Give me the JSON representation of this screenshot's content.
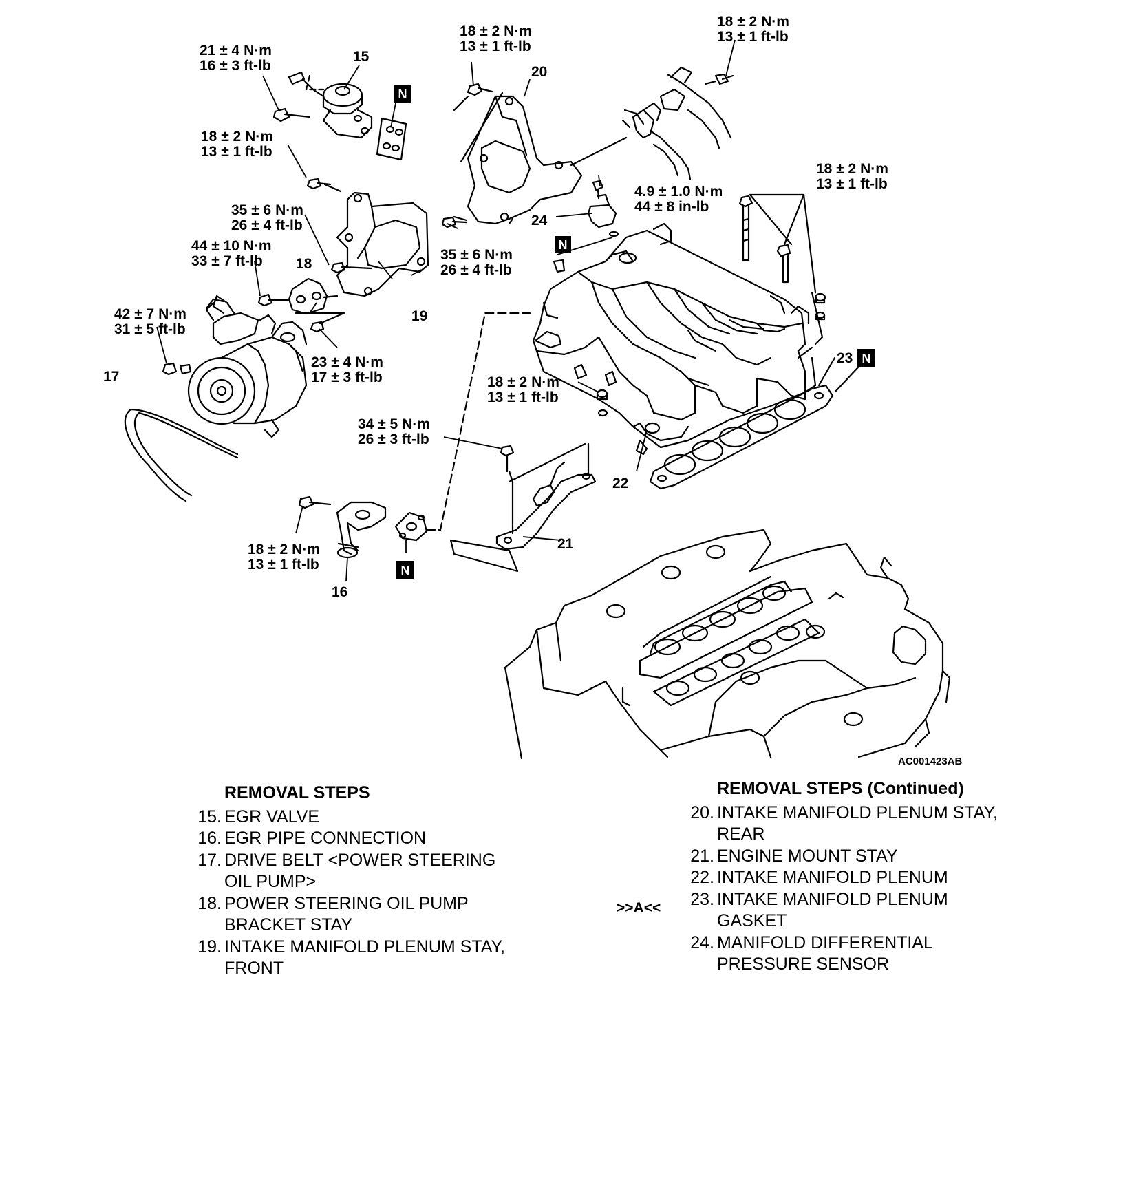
{
  "torques": {
    "t_egr_bolt": [
      "21 ± 4 N·m",
      "16 ± 3 ft-lb"
    ],
    "t_stay_rear_top": [
      "18 ± 2 N·m",
      "13 ± 1 ft-lb"
    ],
    "t_top_right": [
      "18 ± 2 N·m",
      "13 ± 1 ft-lb"
    ],
    "t_bracket_bolt": [
      "18 ± 2 N·m",
      "13 ± 1 ft-lb"
    ],
    "t_stay_front": [
      "35 ± 6 N·m",
      "26 ± 4 ft-lb"
    ],
    "t_ps_bolt": [
      "44 ± 10 N·m",
      "33 ± 7 ft-lb"
    ],
    "t_pump_nut": [
      "42 ± 7 N·m",
      "31 ± 5 ft-lb"
    ],
    "t_bracket_small": [
      "23 ± 4 N·m",
      "17 ± 3 ft-lb"
    ],
    "t_stay_rear_bottom": [
      "35 ± 6 N·m",
      "26 ± 4 ft-lb"
    ],
    "t_sensor": [
      "4.9 ± 1.0 N·m",
      "44 ± 8 in-lb"
    ],
    "t_plenum_bolts": [
      "18 ± 2 N·m",
      "13 ± 1 ft-lb"
    ],
    "t_plenum_nut": [
      "18 ± 2 N·m",
      "13 ± 1 ft-lb"
    ],
    "t_mount_stay": [
      "34 ± 5 N·m",
      "26 ± 3 ft-lb"
    ],
    "t_egr_pipe": [
      "18 ± 2 N·m",
      "13 ± 1 ft-lb"
    ]
  },
  "callouts": {
    "c15": "15",
    "c16": "16",
    "c17": "17",
    "c18": "18",
    "c19": "19",
    "c20": "20",
    "c21": "21",
    "c22": "22",
    "c23": "23",
    "c24": "24"
  },
  "n_marker": "N",
  "figure_ref": "AC001423AB",
  "removal_steps_left": {
    "heading": "REMOVAL STEPS",
    "items": [
      {
        "num": "15.",
        "lines": [
          "EGR VALVE"
        ]
      },
      {
        "num": "16.",
        "lines": [
          "EGR PIPE CONNECTION"
        ]
      },
      {
        "num": "17.",
        "lines": [
          "DRIVE BELT <POWER STEERING",
          "OIL PUMP>"
        ]
      },
      {
        "num": "18.",
        "lines": [
          "POWER STEERING OIL PUMP",
          "BRACKET STAY"
        ]
      },
      {
        "num": "19.",
        "lines": [
          "INTAKE MANIFOLD PLENUM STAY,",
          "FRONT"
        ]
      }
    ]
  },
  "removal_steps_right": {
    "heading": "REMOVAL STEPS (Continued)",
    "items": [
      {
        "num": "20.",
        "lines": [
          "INTAKE MANIFOLD PLENUM STAY,",
          "REAR"
        ]
      },
      {
        "num": "21.",
        "lines": [
          "ENGINE MOUNT STAY"
        ]
      },
      {
        "num": "22.",
        "lines": [
          "INTAKE MANIFOLD PLENUM"
        ]
      },
      {
        "num": "23.",
        "lines": [
          "INTAKE MANIFOLD PLENUM",
          "GASKET"
        ]
      },
      {
        "num": "24.",
        "lines": [
          "MANIFOLD DIFFERENTIAL",
          "PRESSURE SENSOR"
        ]
      }
    ]
  },
  "service_marker": ">>A<<"
}
